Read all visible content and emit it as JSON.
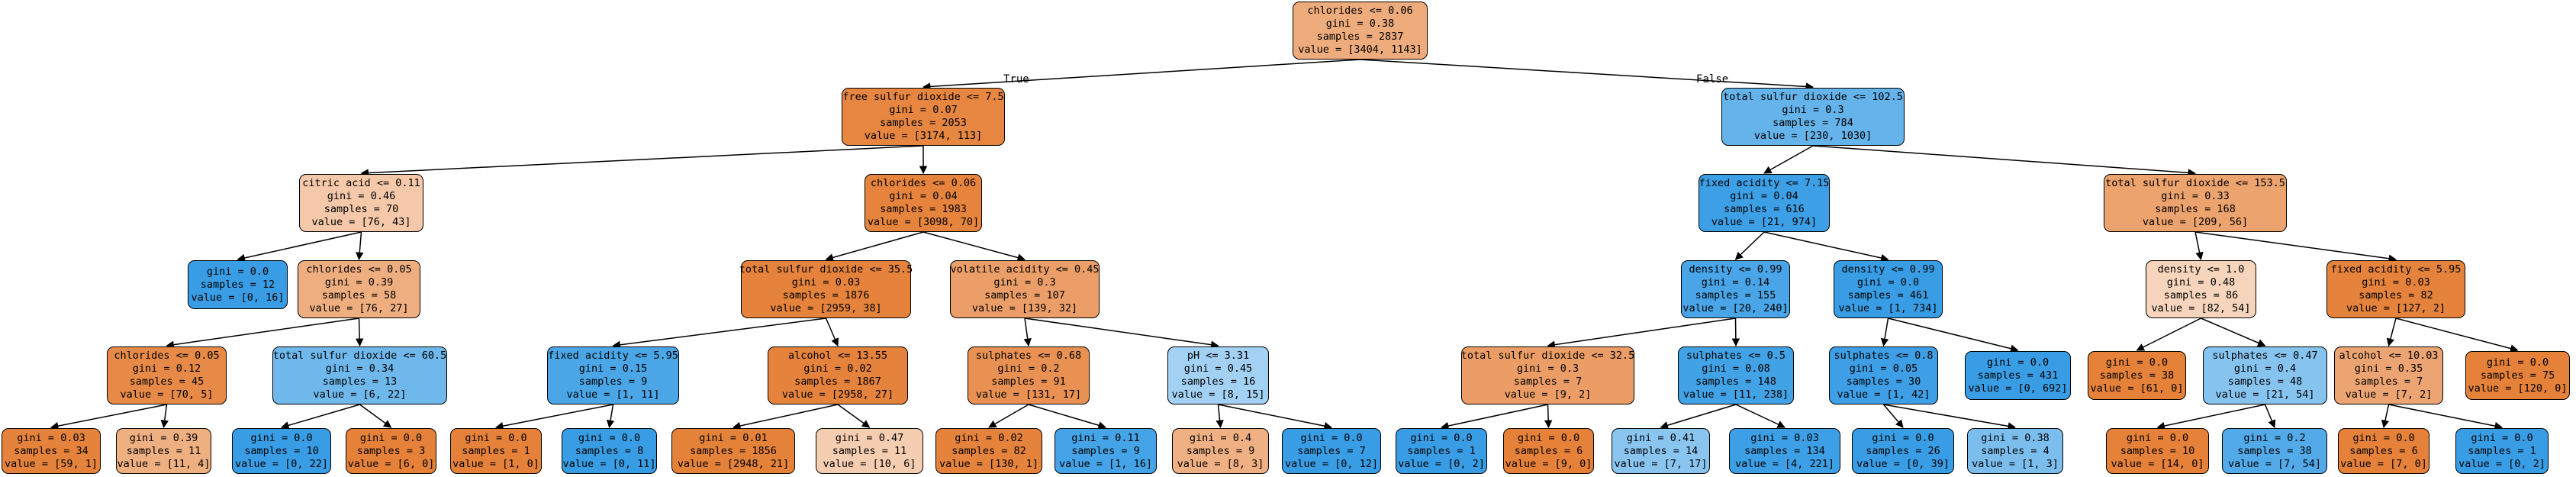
{
  "edge_labels": {
    "true_label": "True",
    "false_label": "False"
  },
  "nodes": {
    "n0": {
      "lines": [
        "chlorides <= 0.06",
        "gini = 0.38",
        "samples = 2837",
        "value = [3404, 1143]"
      ],
      "color": "#eeab7b"
    },
    "n1": {
      "lines": [
        "free sulfur dioxide <= 7.5",
        "gini = 0.07",
        "samples = 2053",
        "value = [3174, 113]"
      ],
      "color": "#e68640"
    },
    "n2": {
      "lines": [
        "total sulfur dioxide <= 102.5",
        "gini = 0.3",
        "samples = 784",
        "value = [230, 1030]"
      ],
      "color": "#65b3eb"
    },
    "n3": {
      "lines": [
        "citric acid <= 0.11",
        "gini = 0.46",
        "samples = 70",
        "value = [76, 43]"
      ],
      "color": "#f4c8a9"
    },
    "n4": {
      "lines": [
        "chlorides <= 0.06",
        "gini = 0.04",
        "samples = 1983",
        "value = [3098, 70]"
      ],
      "color": "#e6843d"
    },
    "n5": {
      "lines": [
        "fixed acidity <= 7.15",
        "gini = 0.04",
        "samples = 616",
        "value = [21, 974]"
      ],
      "color": "#3d9fe6"
    },
    "n6": {
      "lines": [
        "total sulfur dioxide <= 153.5",
        "gini = 0.33",
        "samples = 168",
        "value = [209, 56]"
      ],
      "color": "#eca36e"
    },
    "n7": {
      "lines": [
        "gini = 0.0",
        "samples = 12",
        "value = [0, 16]"
      ],
      "color": "#399de5"
    },
    "n8": {
      "lines": [
        "chlorides <= 0.05",
        "gini = 0.39",
        "samples = 58",
        "value = [76, 27]"
      ],
      "color": "#eeae80"
    },
    "n9": {
      "lines": [
        "total sulfur dioxide <= 35.5",
        "gini = 0.03",
        "samples = 1876",
        "value = [2959, 38]"
      ],
      "color": "#e5833c"
    },
    "n10": {
      "lines": [
        "volatile acidity <= 0.45",
        "gini = 0.3",
        "samples = 107",
        "value = [139, 32]"
      ],
      "color": "#eb9e67"
    },
    "n11": {
      "lines": [
        "density <= 0.99",
        "gini = 0.14",
        "samples = 155",
        "value = [20, 240]"
      ],
      "color": "#49a5e7"
    },
    "n12": {
      "lines": [
        "density <= 0.99",
        "gini = 0.0",
        "samples = 461",
        "value = [1, 734]"
      ],
      "color": "#399de5"
    },
    "n13": {
      "lines": [
        "density <= 1.0",
        "gini = 0.48",
        "samples = 86",
        "value = [82, 54]"
      ],
      "color": "#f6d5bc"
    },
    "n14": {
      "lines": [
        "fixed acidity <= 5.95",
        "gini = 0.03",
        "samples = 82",
        "value = [127, 2]"
      ],
      "color": "#e5833c"
    },
    "n15": {
      "lines": [
        "chlorides <= 0.05",
        "gini = 0.12",
        "samples = 45",
        "value = [70, 5]"
      ],
      "color": "#e78a47"
    },
    "n16": {
      "lines": [
        "total sulfur dioxide <= 60.5",
        "gini = 0.34",
        "samples = 13",
        "value = [6, 22]"
      ],
      "color": "#6fb8ec"
    },
    "n17": {
      "lines": [
        "fixed acidity <= 5.95",
        "gini = 0.15",
        "samples = 9",
        "value = [1, 11]"
      ],
      "color": "#4ba6e7"
    },
    "n18": {
      "lines": [
        "alcohol <= 13.55",
        "gini = 0.02",
        "samples = 1867",
        "value = [2958, 27]"
      ],
      "color": "#e5823b"
    },
    "n19": {
      "lines": [
        "sulphates <= 0.68",
        "gini = 0.2",
        "samples = 91",
        "value = [131, 17]"
      ],
      "color": "#e89153"
    },
    "n20": {
      "lines": [
        "pH <= 3.31",
        "gini = 0.45",
        "samples = 16",
        "value = [8, 15]"
      ],
      "color": "#a3d1f3"
    },
    "n21": {
      "lines": [
        "total sulfur dioxide <= 32.5",
        "gini = 0.3",
        "samples = 7",
        "value = [9, 2]"
      ],
      "color": "#eb9d65"
    },
    "n22": {
      "lines": [
        "sulphates <= 0.5",
        "gini = 0.08",
        "samples = 148",
        "value = [11, 238]"
      ],
      "color": "#42a2e6"
    },
    "n23": {
      "lines": [
        "sulphates <= 0.8",
        "gini = 0.05",
        "samples = 30",
        "value = [1, 42]"
      ],
      "color": "#3e9fe6"
    },
    "n24": {
      "lines": [
        "gini = 0.0",
        "samples = 431",
        "value = [0, 692]"
      ],
      "color": "#399de5"
    },
    "n25": {
      "lines": [
        "gini = 0.0",
        "samples = 38",
        "value = [61, 0]"
      ],
      "color": "#e58139"
    },
    "n26": {
      "lines": [
        "sulphates <= 0.47",
        "gini = 0.4",
        "samples = 48",
        "value = [21, 54]"
      ],
      "color": "#86c3ef"
    },
    "n27": {
      "lines": [
        "alcohol <= 10.03",
        "gini = 0.35",
        "samples = 7",
        "value = [7, 2]"
      ],
      "color": "#eca572"
    },
    "n28": {
      "lines": [
        "gini = 0.0",
        "samples = 75",
        "value = [120, 0]"
      ],
      "color": "#e58139"
    },
    "n29": {
      "lines": [
        "gini = 0.03",
        "samples = 34",
        "value = [59, 1]"
      ],
      "color": "#e5833c"
    },
    "n30": {
      "lines": [
        "gini = 0.39",
        "samples = 11",
        "value = [11, 4]"
      ],
      "color": "#eeaf81"
    },
    "n31": {
      "lines": [
        "gini = 0.0",
        "samples = 10",
        "value = [0, 22]"
      ],
      "color": "#399de5"
    },
    "n32": {
      "lines": [
        "gini = 0.0",
        "samples = 3",
        "value = [6, 0]"
      ],
      "color": "#e58139"
    },
    "n33": {
      "lines": [
        "gini = 0.0",
        "samples = 1",
        "value = [1, 0]"
      ],
      "color": "#e58139"
    },
    "n34": {
      "lines": [
        "gini = 0.0",
        "samples = 8",
        "value = [0, 11]"
      ],
      "color": "#399de5"
    },
    "n35": {
      "lines": [
        "gini = 0.01",
        "samples = 1856",
        "value = [2948, 21]"
      ],
      "color": "#e5823a"
    },
    "n36": {
      "lines": [
        "gini = 0.47",
        "samples = 11",
        "value = [10, 6]"
      ],
      "color": "#f5cdb0"
    },
    "n37": {
      "lines": [
        "gini = 0.02",
        "samples = 82",
        "value = [130, 1]"
      ],
      "color": "#e5823b"
    },
    "n38": {
      "lines": [
        "gini = 0.11",
        "samples = 9",
        "value = [1, 16]"
      ],
      "color": "#45a3e7"
    },
    "n39": {
      "lines": [
        "gini = 0.4",
        "samples = 9",
        "value = [8, 3]"
      ],
      "color": "#efb083"
    },
    "n40": {
      "lines": [
        "gini = 0.0",
        "samples = 7",
        "value = [0, 12]"
      ],
      "color": "#399de5"
    },
    "n41": {
      "lines": [
        "gini = 0.0",
        "samples = 1",
        "value = [0, 2]"
      ],
      "color": "#399de5"
    },
    "n42": {
      "lines": [
        "gini = 0.0",
        "samples = 6",
        "value = [9, 0]"
      ],
      "color": "#e58139"
    },
    "n43": {
      "lines": [
        "gini = 0.41",
        "samples = 14",
        "value = [7, 17]"
      ],
      "color": "#8ac5f0"
    },
    "n44": {
      "lines": [
        "gini = 0.03",
        "samples = 134",
        "value = [4, 221]"
      ],
      "color": "#3d9fe5"
    },
    "n45": {
      "lines": [
        "gini = 0.0",
        "samples = 26",
        "value = [0, 39]"
      ],
      "color": "#399de5"
    },
    "n46": {
      "lines": [
        "gini = 0.38",
        "samples = 4",
        "value = [1, 3]"
      ],
      "color": "#7bbeee"
    },
    "n47": {
      "lines": [
        "gini = 0.0",
        "samples = 10",
        "value = [14, 0]"
      ],
      "color": "#e58139"
    },
    "n48": {
      "lines": [
        "gini = 0.2",
        "samples = 38",
        "value = [7, 54]"
      ],
      "color": "#53aae8"
    },
    "n49": {
      "lines": [
        "gini = 0.0",
        "samples = 6",
        "value = [7, 0]"
      ],
      "color": "#e58139"
    },
    "n50": {
      "lines": [
        "gini = 0.0",
        "samples = 1",
        "value = [0, 2]"
      ],
      "color": "#399de5"
    }
  }
}
